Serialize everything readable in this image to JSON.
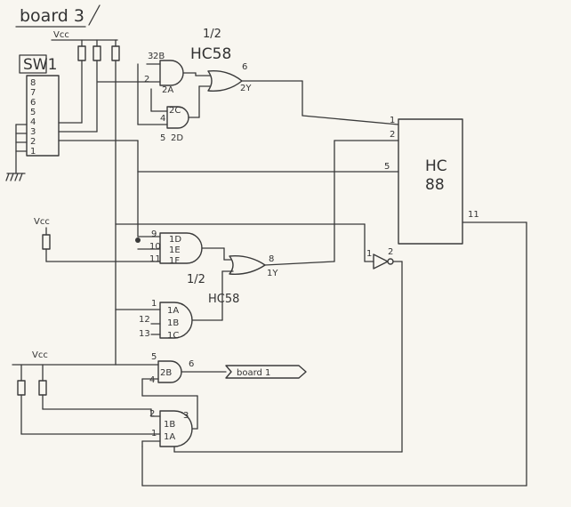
{
  "title": "board 3",
  "vcc": "Vcc",
  "switch_label": "SW1",
  "switch_pins": [
    "8",
    "7",
    "6",
    "5",
    "4",
    "3",
    "2",
    "1"
  ],
  "half": "1/2",
  "hc58": "HC58",
  "hc88": "HC\n88",
  "gate_top": {
    "in_b": "2B",
    "in_a": "2A",
    "pin3": "3",
    "pin2": "2",
    "in_c": "2C",
    "in_d": "2D",
    "pin4": "4",
    "pin5": "5",
    "out_pin": "6",
    "out": "2Y"
  },
  "gate_mid": {
    "p9": "9",
    "p10": "10",
    "p11": "11",
    "l_d": "1D",
    "l_e": "1E",
    "l_f": "1F",
    "out_pin": "8",
    "out": "1Y"
  },
  "gate_low": {
    "p1": "1",
    "p12": "12",
    "p13": "13",
    "l_a": "1A",
    "l_b": "1B",
    "l_c": "1C"
  },
  "hc88_pins": {
    "p1": "1",
    "p2": "2",
    "p5": "5",
    "p11": "11"
  },
  "inverter": {
    "in": "1",
    "out": "2"
  },
  "gate_b": {
    "p5": "5",
    "p4": "4",
    "p6": "6",
    "inner": "2B"
  },
  "gate_c": {
    "p2": "2",
    "p1": "1",
    "p3": "3",
    "l1b": "1B",
    "l1a": "1A"
  },
  "board_arrow": "board 1"
}
